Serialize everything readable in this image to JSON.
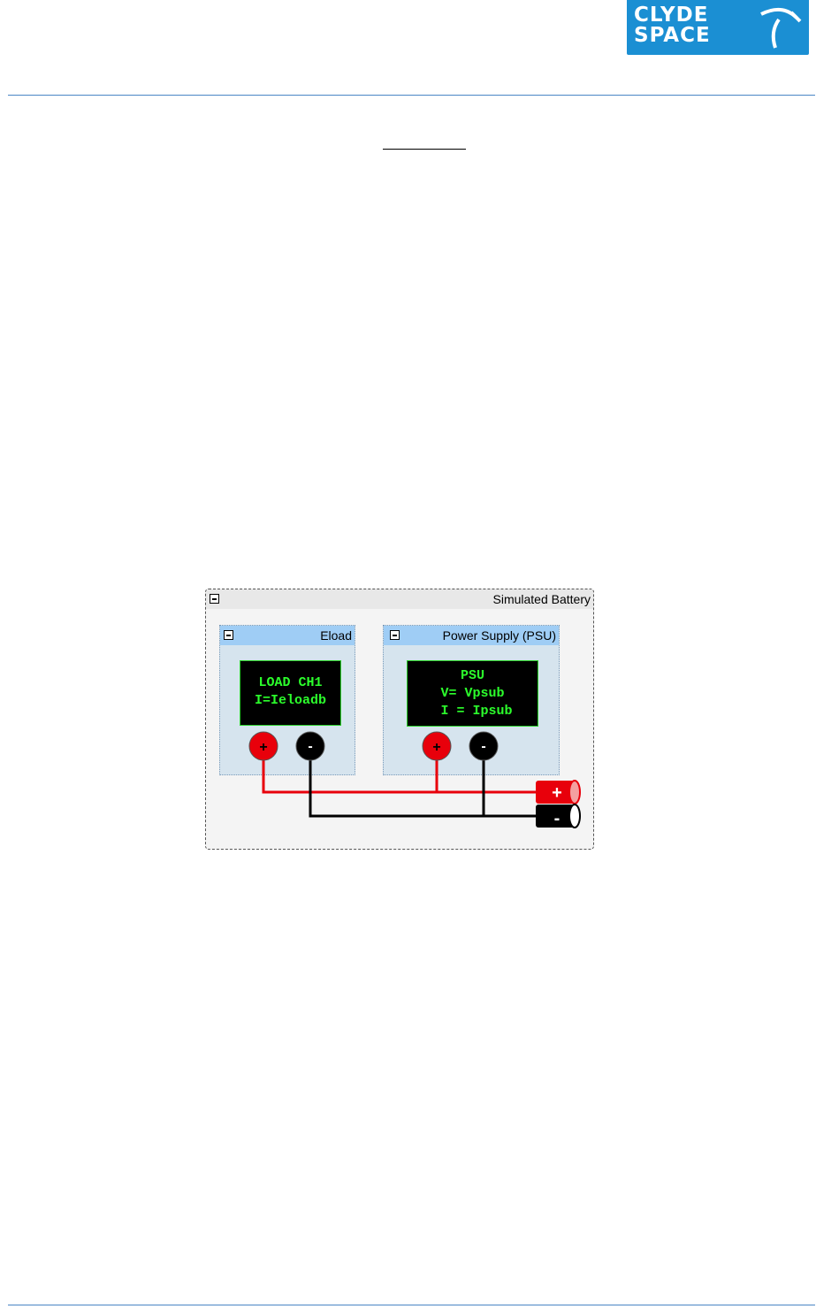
{
  "logo": {
    "line1": "CLYDE",
    "line2": "SPACE"
  },
  "colors": {
    "rule": "#4a86c5",
    "logo_bg": "#1b8fd3",
    "lcd_text": "#2cff2c",
    "panel_header": "#9fcdf5",
    "positive": "#e8000b",
    "negative": "#000000"
  },
  "diagram": {
    "container_title": "Simulated Battery",
    "eload": {
      "title": "Eload",
      "display": [
        "LOAD CH1",
        "I=Ieloadb"
      ],
      "terminals": {
        "positive": "+",
        "negative": "-"
      }
    },
    "psu": {
      "title": "Power Supply (PSU)",
      "display": [
        "PSU",
        "V= Vpsub",
        " I = Ipsub"
      ],
      "terminals": {
        "positive": "+",
        "negative": "-"
      }
    },
    "battery": {
      "positive": "+",
      "negative": "-"
    }
  }
}
